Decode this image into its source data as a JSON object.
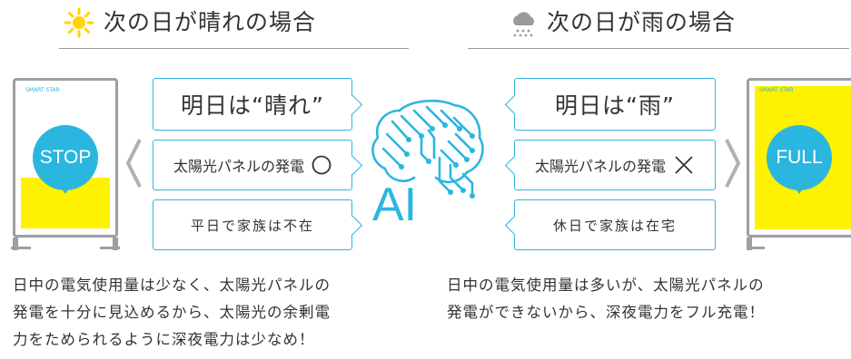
{
  "left": {
    "heading": "次の日が晴れの場合",
    "bubbles": [
      "明日は“晴れ”",
      "太陽光パネルの発電",
      "平日で家族は不在"
    ],
    "battery_label": "STOP",
    "brand": "SMART STAR",
    "description": [
      "日中の電気使用量は少なく、太陽光パネルの",
      "発電を十分に見込めるから、太陽光の余剰電",
      "力をためられるように深夜電力は少なめ！"
    ],
    "fill_level": 0.32
  },
  "right": {
    "heading": "次の日が雨の場合",
    "bubbles": [
      "明日は“雨”",
      "太陽光パネルの発電",
      "休日で家族は在宅"
    ],
    "battery_label": "FULL",
    "brand": "SMART STAR",
    "description": [
      "日中の電気使用量は多いが、太陽光パネルの",
      "発電ができないから、深夜電力をフル充電！"
    ],
    "fill_level": 1.0
  },
  "center": {
    "label": "AI"
  },
  "colors": {
    "accent": "#2bb6df",
    "battery_yellow": "#fff200",
    "sun": "#ffd400",
    "text": "#333333"
  },
  "icons": {
    "sun": "sun-icon",
    "rain": "rain-cloud-icon",
    "circle": "circle-mark-icon",
    "cross": "cross-mark-icon",
    "brain": "brain-circuit-icon"
  }
}
